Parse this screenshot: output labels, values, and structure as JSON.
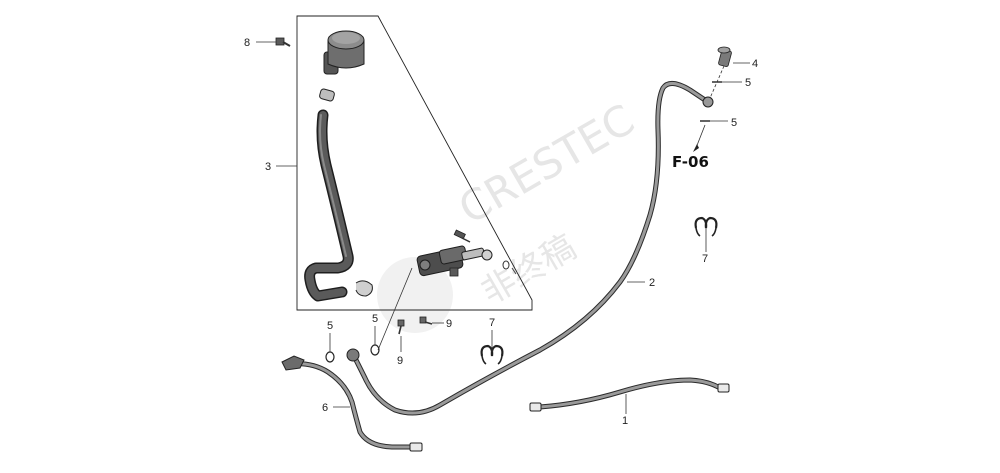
{
  "callouts": {
    "c1": "1",
    "c2": "2",
    "c3": "3",
    "c4": "4",
    "c5a": "5",
    "c5b": "5",
    "c5c": "5",
    "c5d": "5",
    "c6": "6",
    "c7a": "7",
    "c7b": "7",
    "c8": "8",
    "c9a": "9",
    "c9b": "9"
  },
  "reference": "F-06",
  "watermark": {
    "latin": "CRESTEC",
    "cjk": "非终稿"
  },
  "colors": {
    "line": "#222222",
    "part_dark": "#2b2b2b",
    "part_mid": "#8a8a8a",
    "watermark": "#e6e6e6"
  }
}
